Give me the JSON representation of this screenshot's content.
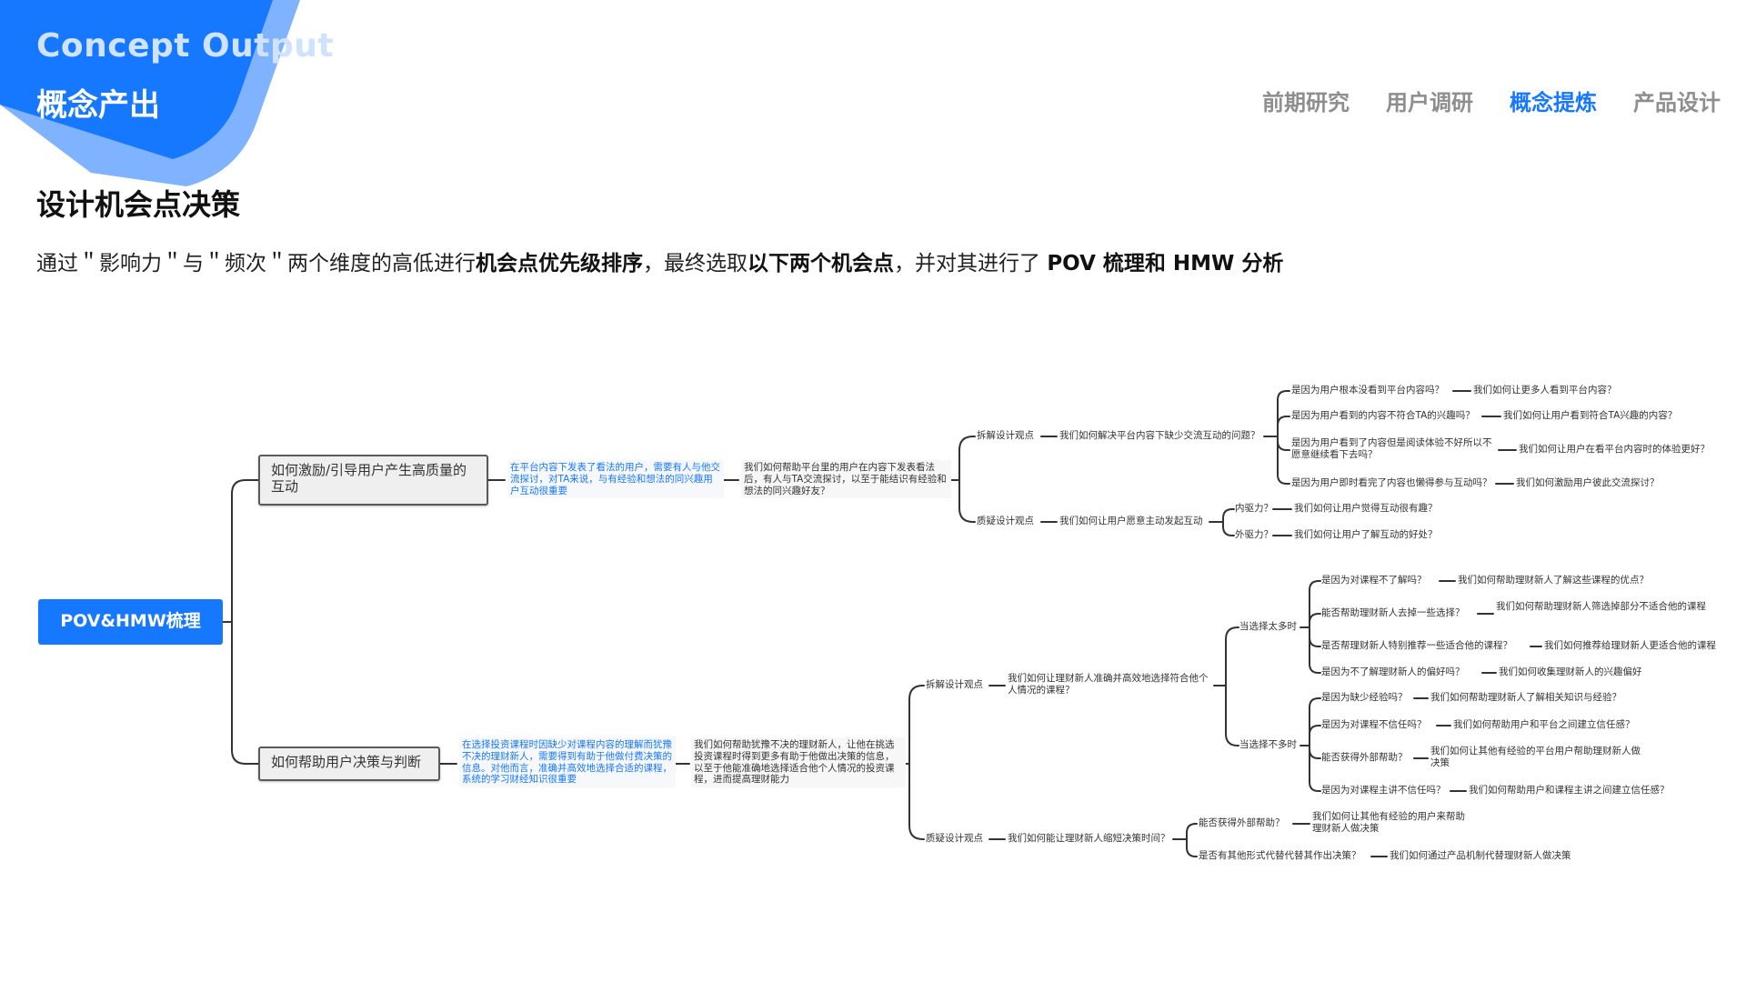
{
  "header": {
    "title_en": "Concept Output",
    "title_cn": "概念产出",
    "nav": [
      {
        "label": "前期研究",
        "active": false
      },
      {
        "label": "用户调研",
        "active": false
      },
      {
        "label": "概念提炼",
        "active": true
      },
      {
        "label": "产品设计",
        "active": false
      }
    ]
  },
  "colors": {
    "accent": "#1677ff",
    "accent_light": "#7fb3ff",
    "line": "#333333"
  },
  "section": {
    "title": "设计机会点决策",
    "desc": {
      "p1": "通过＂影响力＂与＂频次＂两个维度的高低进行",
      "b1": "机会点优先级排序",
      "p2": "，最终选取",
      "b2": "以下两个机会点",
      "p3": "，并对其进行了 ",
      "b3": "POV 梳理和 HMW 分析"
    }
  },
  "tree": {
    "root": "POV&HMW梳理",
    "branches": [
      {
        "label": "如何激励/引导用户产生高质量的互动",
        "pov": "在平台内容下发表了看法的用户，需要有人与他交流探讨，对TA来说，与有经验和想法的同兴趣用户互动很重要",
        "hmw": "我们如何帮助平台里的用户在内容下发表看法后，有人与TA交流探讨，以至于能结识有经验和想法的同兴趣好友？",
        "views": [
          {
            "type": "拆解设计观点",
            "question": "我们如何解决平台内容下缺少交流互动的问题？",
            "items": [
              {
                "q": "是因为用户根本没看到平台内容吗？",
                "a": "我们如何让更多人看到平台内容？"
              },
              {
                "q": "是因为用户看到的内容不符合TA的兴趣吗？",
                "a": "我们如何让用户看到符合TA兴趣的内容？"
              },
              {
                "q": "是因为用户看到了内容但是阅读体验不好所以不愿意继续看下去吗？",
                "a": "我们如何让用户在看平台内容时的体验更好？"
              },
              {
                "q": "是因为用户即时看完了内容也懒得参与互动吗？",
                "a": "我们如何激励用户彼此交流探讨？"
              }
            ]
          },
          {
            "type": "质疑设计观点",
            "question": "我们如何让用户愿意主动发起互动",
            "items": [
              {
                "q": "内驱力？",
                "a": "我们如何让用户觉得互动很有趣？"
              },
              {
                "q": "外驱力？",
                "a": "我们如何让用户了解互动的好处？"
              }
            ]
          }
        ]
      },
      {
        "label": "如何帮助用户决策与判断",
        "pov": "在选择投资课程时因缺少对课程内容的理解而犹豫不决的理财新人，需要得到有助于他做付费决策的信息。对他而言，准确并高效地选择合适的课程，系统的学习财经知识很重要",
        "hmw": "我们如何帮助犹豫不决的理财新人，让他在挑选投资课程时得到更多有助于他做出决策的信息，以至于他能准确地选择适合他个人情况的投资课程，进而提高理财能力",
        "views": [
          {
            "type": "拆解设计观点",
            "question": "我们如何让理财新人准确并高效地选择符合他个人情况的课程？",
            "groups": [
              {
                "label": "当选择太多时",
                "items": [
                  {
                    "q": "是因为对课程不了解吗？",
                    "a": "我们如何帮助理财新人了解这些课程的优点？"
                  },
                  {
                    "q": "能否帮助理财新人去掉一些选择？",
                    "a": "我们如何帮助理财新人筛选掉部分不适合他的课程"
                  },
                  {
                    "q": "是否帮理财新人特别推荐一些适合他的课程？",
                    "a": "我们如何推荐给理财新人更适合他的课程"
                  },
                  {
                    "q": "是因为不了解理财新人的偏好吗？",
                    "a": "我们如何收集理财新人的兴趣偏好"
                  }
                ]
              },
              {
                "label": "当选择不多时",
                "items": [
                  {
                    "q": "是因为缺少经验吗？",
                    "a": "我们如何帮助理财新人了解相关知识与经验？"
                  },
                  {
                    "q": "是因为对课程不信任吗？",
                    "a": "我们如何帮助用户和平台之间建立信任感？"
                  },
                  {
                    "q": "能否获得外部帮助？",
                    "a": "我们如何让其他有经验的平台用户帮助理财新人做决策"
                  },
                  {
                    "q": "是因为对课程主讲不信任吗？",
                    "a": "我们如何帮助用户和课程主讲之间建立信任感？"
                  }
                ]
              }
            ]
          },
          {
            "type": "质疑设计观点",
            "question": "我们如何能让理财新人缩短决策时间？",
            "items": [
              {
                "q": "能否获得外部帮助？",
                "a": "我们如何让其他有经验的用户来帮助理财新人做决策"
              },
              {
                "q": "是否有其他形式代替代替其作出决策？",
                "a": "我们如何通过产品机制代替理财新人做决策"
              }
            ]
          }
        ]
      }
    ]
  }
}
